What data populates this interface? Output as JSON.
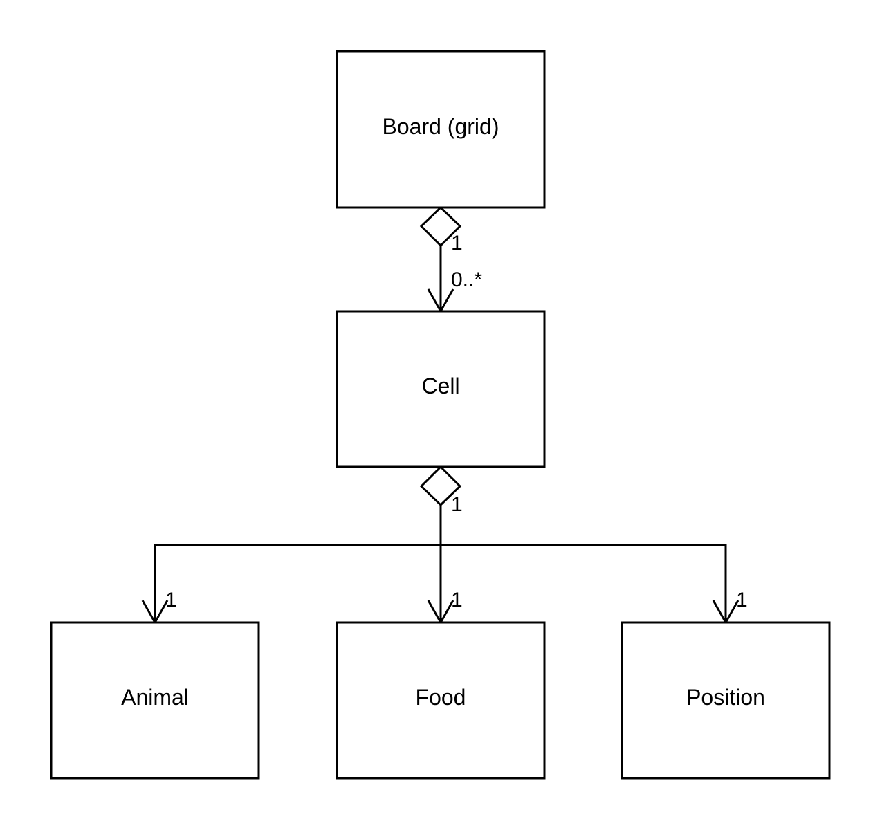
{
  "classes": {
    "board": "Board (grid)",
    "cell": "Cell",
    "animal": "Animal",
    "food": "Food",
    "position": "Position"
  },
  "associations": {
    "board_cell": {
      "source_multiplicity": "1",
      "target_multiplicity": "0..*"
    },
    "cell_children": {
      "source_multiplicity": "1",
      "animal_multiplicity": "1",
      "food_multiplicity": "1",
      "position_multiplicity": "1"
    }
  },
  "colors": {
    "stroke": "#000000",
    "background": "#ffffff"
  }
}
